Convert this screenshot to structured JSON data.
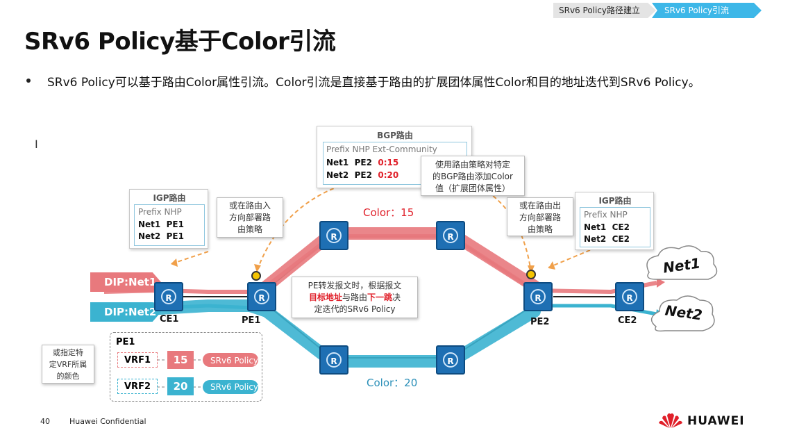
{
  "breadcrumb": {
    "step1": "SRv6 Policy路径建立",
    "step2": "SRv6 Policy引流"
  },
  "title": "SRv6 Policy基于Color引流",
  "bullet": "SRv6 Policy可以基于路由Color属性引流。Color引流是直接基于路由的扩展团体属性Color和目的地址迭代到SRv6 Policy。",
  "cursor": "I",
  "bgp_table": {
    "title": "BGP路由",
    "header": "Prefix  NHP  Ext-Community",
    "rows": [
      {
        "prefix": "Net1",
        "nhp": "PE2",
        "color": "0:15"
      },
      {
        "prefix": "Net2",
        "nhp": "PE2",
        "color": "0:20"
      }
    ]
  },
  "igp_left": {
    "title": "IGP路由",
    "header": "Prefix  NHP",
    "rows": [
      {
        "prefix": "Net1",
        "nhp": "PE1"
      },
      {
        "prefix": "Net2",
        "nhp": "PE1"
      }
    ]
  },
  "igp_right": {
    "title": "IGP路由",
    "header": "Prefix  NHP",
    "rows": [
      {
        "prefix": "Net1",
        "nhp": "CE2"
      },
      {
        "prefix": "Net2",
        "nhp": "CE2"
      }
    ]
  },
  "notes": {
    "bgp_policy": [
      "使用路由策略对特定",
      "的BGP路由添加Color",
      "值（扩展团体属性）"
    ],
    "inbound": [
      "或在路由入",
      "方向部署路",
      "由策略"
    ],
    "outbound": [
      "或在路由出",
      "方向部署路",
      "由策略"
    ],
    "forwarding": {
      "l1": "PE转发报文时，根据报文",
      "l2a": "目标地址",
      "l2b": "与路由",
      "l2c": "下一跳",
      "l2d": "决",
      "l3": "定迭代的SRv6 Policy"
    },
    "vrf_color": [
      "或指定特",
      "定VRF所属",
      "的颜色"
    ]
  },
  "dips": {
    "net1": "DIP:Net1",
    "net2": "DIP:Net2"
  },
  "nodes": {
    "ce1": "CE1",
    "pe1": "PE1",
    "pe2": "PE2",
    "ce2": "CE2",
    "router_glyph": "R"
  },
  "color_labels": {
    "red": "Color：15",
    "blue": "Color：20"
  },
  "clouds": {
    "net1": "Net1",
    "net2": "Net2"
  },
  "vrf": {
    "box_title": "PE1",
    "rows": [
      {
        "name": "VRF1",
        "color": "15",
        "policy": "SRv6 Policy"
      },
      {
        "name": "VRF2",
        "color": "20",
        "policy": "SRv6 Policy"
      }
    ]
  },
  "footer": {
    "page": "40",
    "confidential": "Huawei Confidential",
    "brand": "HUAWEI"
  },
  "colors": {
    "red_path": "#e8797d",
    "blue_path": "#3bb3d0",
    "router": "#1e6fb3",
    "accent": "#3db7e8",
    "highlight_red": "#e0202a"
  }
}
